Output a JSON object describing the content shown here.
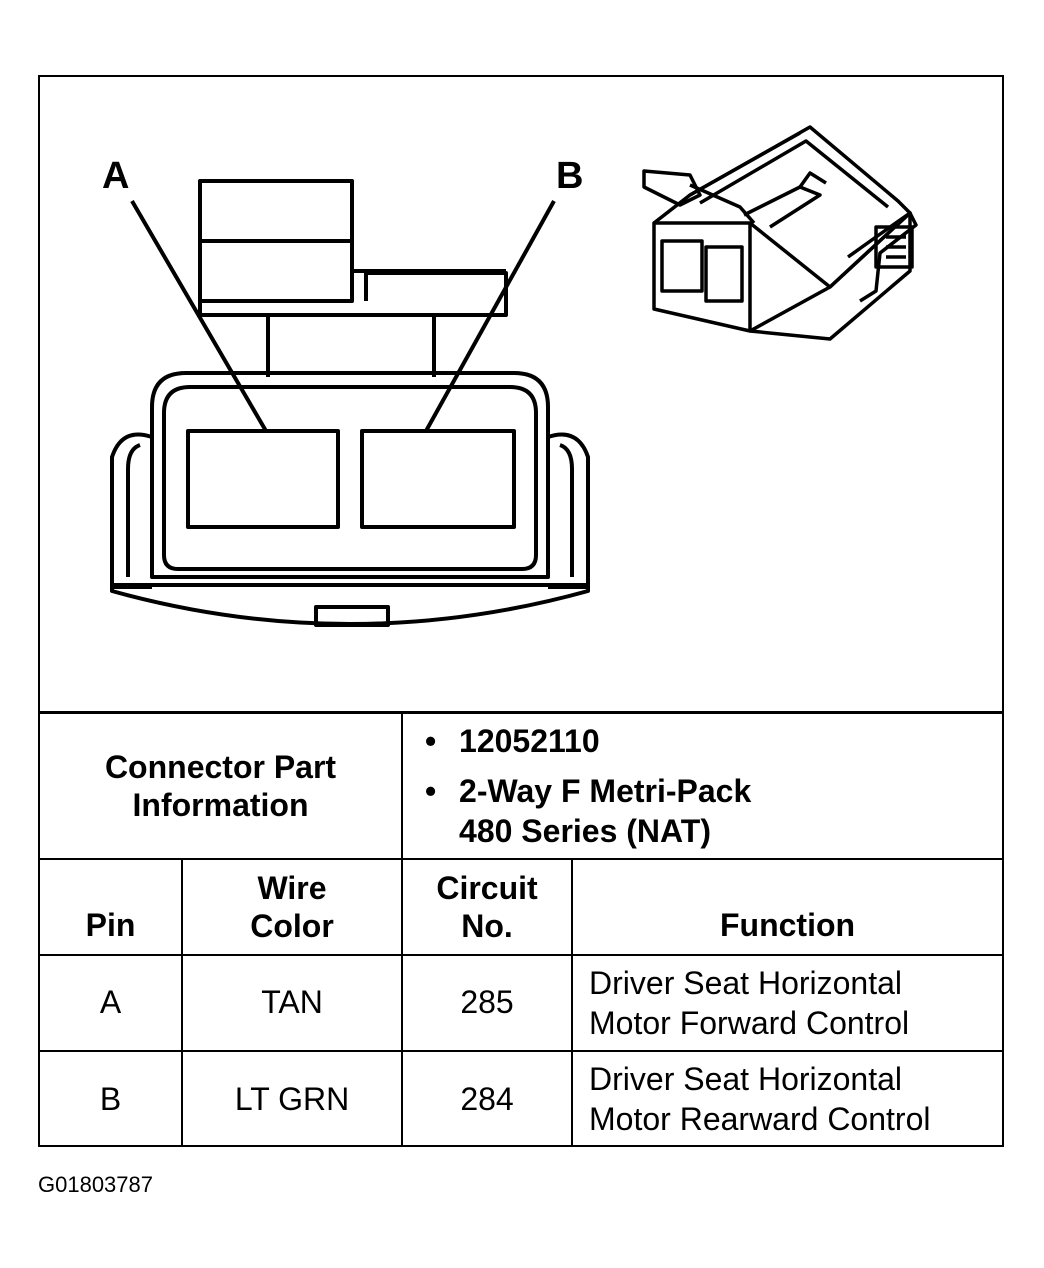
{
  "diagram": {
    "pin_labels": [
      "A",
      "B"
    ]
  },
  "connector_info": {
    "label_line1": "Connector Part",
    "label_line2": "Information",
    "part_number": "12052110",
    "part_desc_line1": "2-Way F Metri-Pack",
    "part_desc_line2": "480 Series (NAT)"
  },
  "headers": {
    "pin": "Pin",
    "wire_color_line1": "Wire",
    "wire_color_line2": "Color",
    "circuit_line1": "Circuit",
    "circuit_line2": "No.",
    "function": "Function"
  },
  "rows": [
    {
      "pin": "A",
      "wire": "TAN",
      "circuit": "285",
      "function_line1": "Driver Seat Horizontal",
      "function_line2": "Motor Forward Control"
    },
    {
      "pin": "B",
      "wire": "LT GRN",
      "circuit": "284",
      "function_line1": "Driver Seat Horizontal",
      "function_line2": "Motor Rearward Control"
    }
  ],
  "figure_id": "G01803787"
}
